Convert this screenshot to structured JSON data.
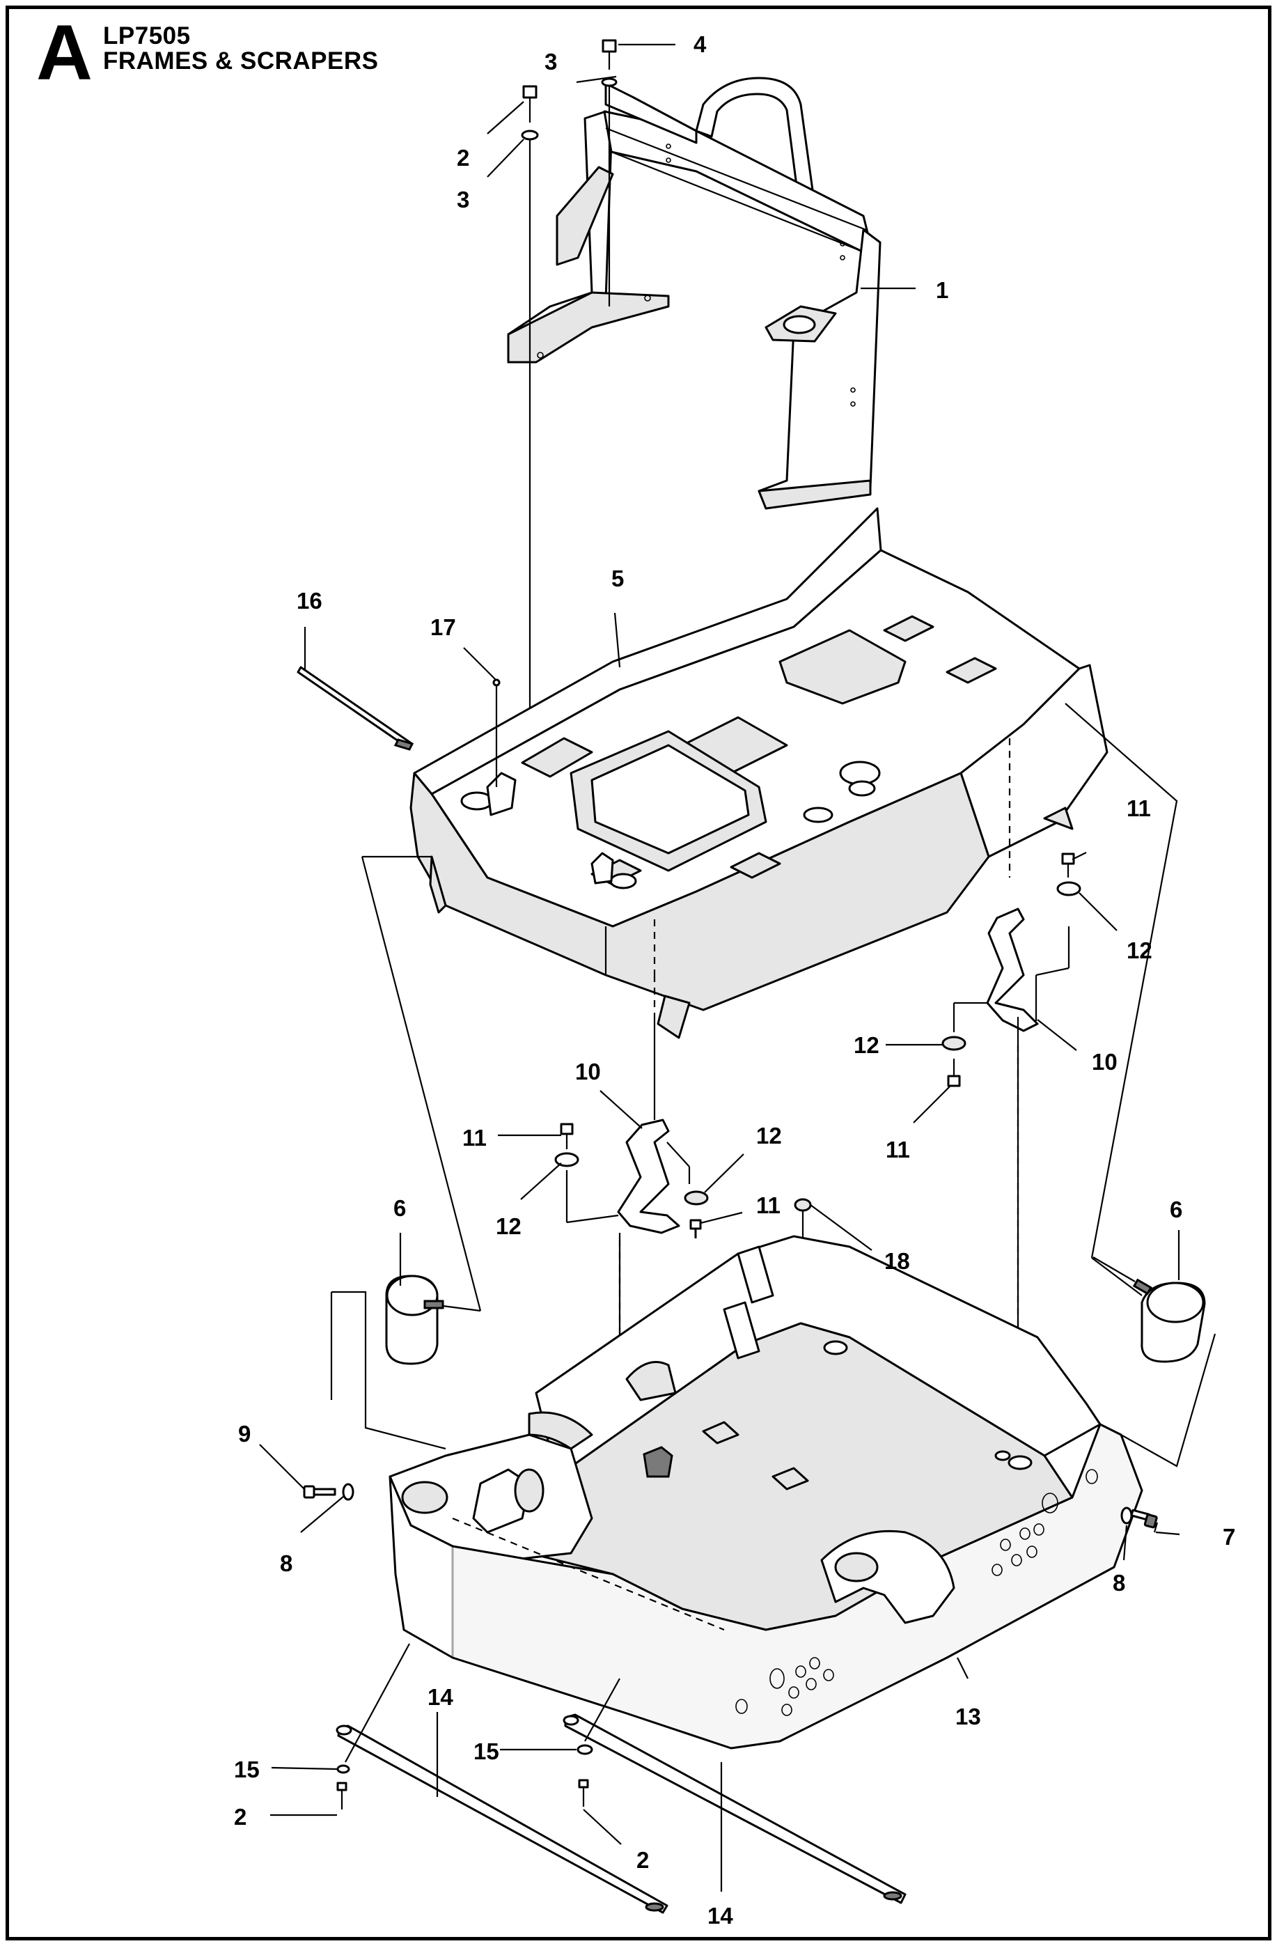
{
  "header": {
    "section_letter": "A",
    "model": "LP7505",
    "title": "FRAMES & SCRAPERS"
  },
  "callouts": [
    "1",
    "2",
    "3",
    "4",
    "5",
    "6",
    "7",
    "8",
    "9",
    "10",
    "11",
    "12",
    "13",
    "14",
    "15",
    "16",
    "17",
    "18"
  ]
}
